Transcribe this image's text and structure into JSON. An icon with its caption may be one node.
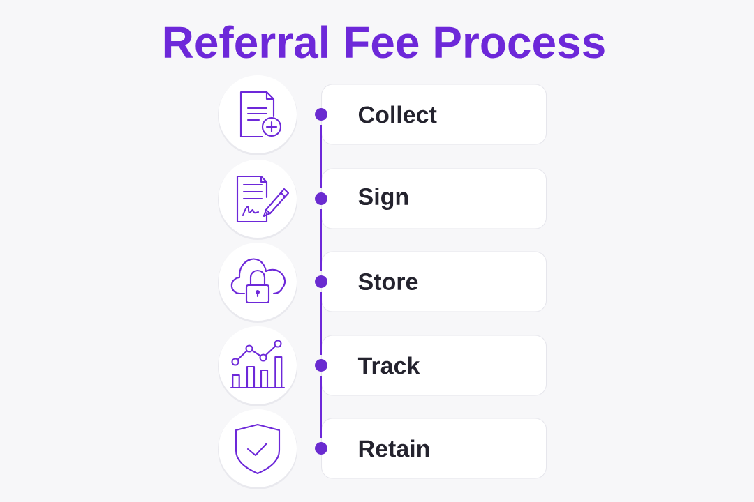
{
  "diagram": {
    "title": "Referral Fee Process",
    "nodes": [
      {
        "text": [
          "Collect"
        ]
      },
      {
        "text": [
          "Sign"
        ]
      },
      {
        "text": [
          "Store"
        ]
      },
      {
        "text": [
          "Track"
        ]
      },
      {
        "text": [
          "Retain"
        ]
      }
    ],
    "edges": [
      {
        "from": 0,
        "to": 1,
        "arrow": "none"
      },
      {
        "from": 1,
        "to": 2,
        "arrow": "none"
      },
      {
        "from": 2,
        "to": 3,
        "arrow": "none"
      },
      {
        "from": 3,
        "to": 4,
        "arrow": "none"
      }
    ]
  }
}
